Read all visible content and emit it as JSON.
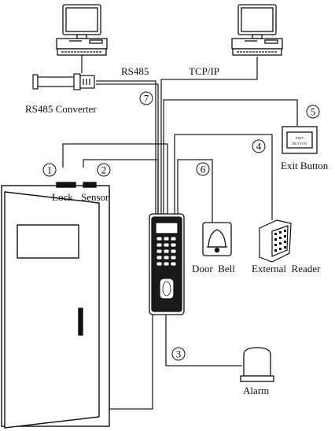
{
  "labels": {
    "rs485": "RS485",
    "tcpip": "TCP/IP",
    "rs485_converter": "RS485 Converter",
    "exit_button": "Exit Button",
    "exit_button_face_line1": "EXIT",
    "exit_button_face_line2": "BUTTON",
    "lock": "Lock",
    "sensor": "Sensor",
    "door_bell": "Door  Bell",
    "external_reader": "External  Reader",
    "alarm": "Alarm"
  },
  "markers": {
    "m1": "1",
    "m2": "2",
    "m3": "3",
    "m4": "4",
    "m5": "5",
    "m6": "6",
    "m7": "7"
  }
}
